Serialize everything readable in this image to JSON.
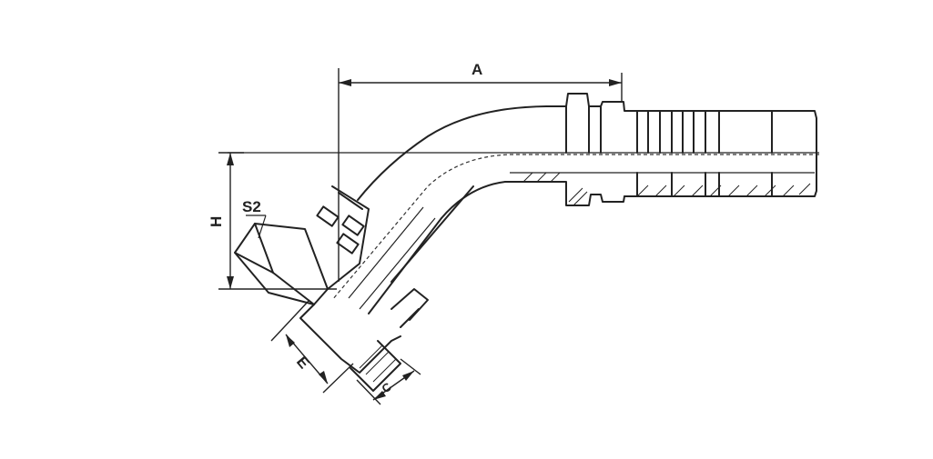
{
  "drawing": {
    "labels": {
      "A": "A",
      "H": "H",
      "S2": "S2",
      "E": "E",
      "C": "C"
    }
  }
}
